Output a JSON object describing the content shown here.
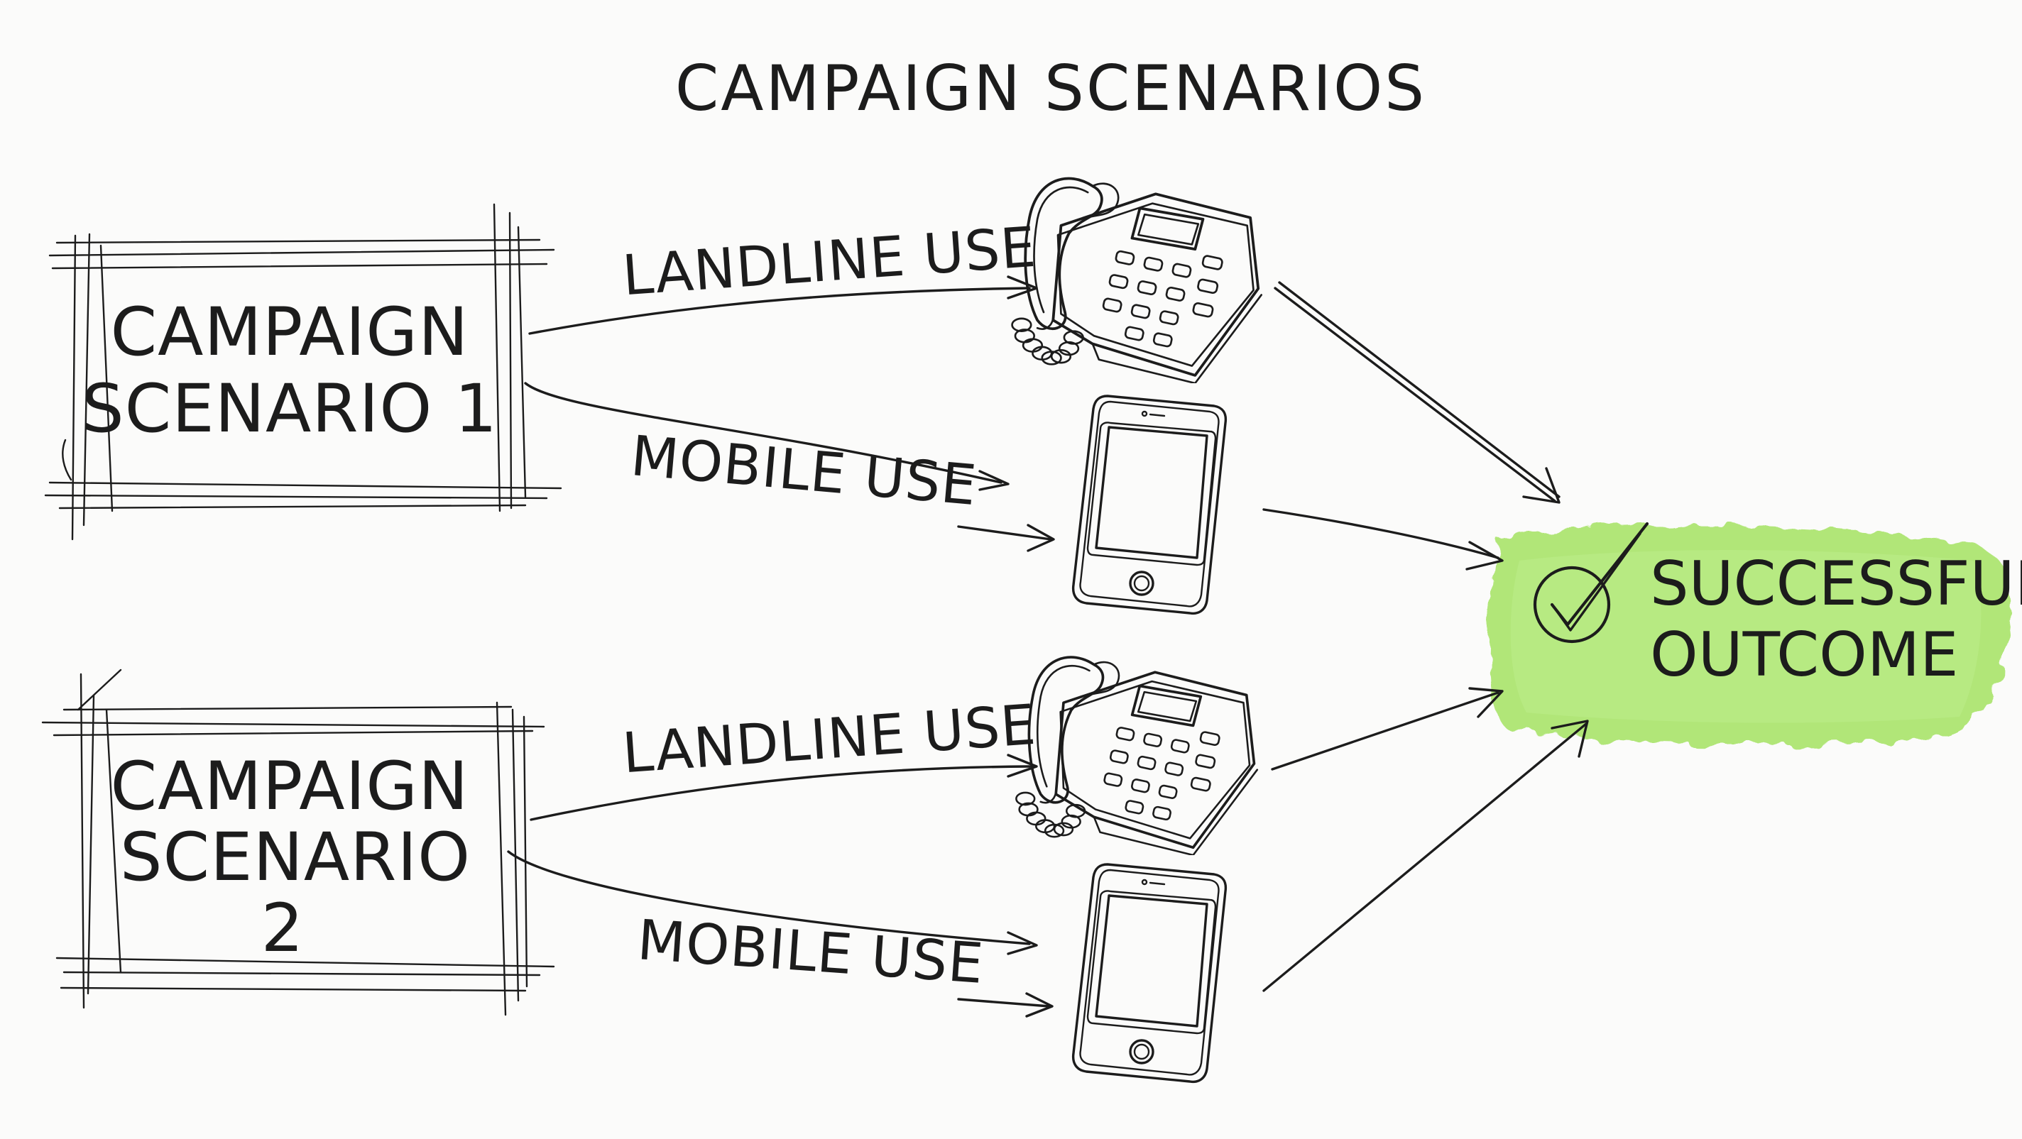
{
  "title": "CAMPAIGN SCENARIOS",
  "scenarios": [
    {
      "lines": [
        "CAMPAIGN",
        "SCENARIO 1"
      ],
      "paths": [
        {
          "label": "LANDLINE USE",
          "device": "landline-phone-icon"
        },
        {
          "label": "MOBILE USE",
          "device": "mobile-phone-icon"
        }
      ]
    },
    {
      "lines": [
        "CAMPAIGN",
        "SCENARIO",
        "2"
      ],
      "paths": [
        {
          "label": "LANDLINE USE",
          "device": "landline-phone-icon"
        },
        {
          "label": "MOBILE USE",
          "device": "mobile-phone-icon"
        }
      ]
    }
  ],
  "outcome": {
    "lines": [
      "SUCCESSFUL",
      "OUTCOME"
    ],
    "icon": "checkmark-circle-icon",
    "highlight_color": "#a9e46b"
  },
  "colors": {
    "ink": "#1c1c1c",
    "background": "#fbfbfa",
    "highlight": "#a9e46b"
  }
}
